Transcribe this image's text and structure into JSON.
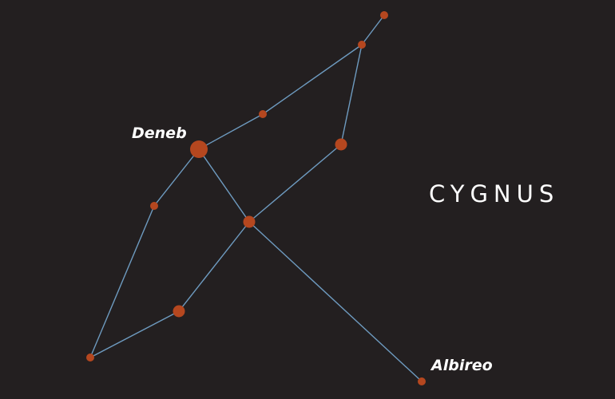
{
  "constellation": {
    "name": "CYGNUS"
  },
  "colors": {
    "background": "#231f20",
    "line": "#6e9bc0",
    "star": "#b5471f",
    "label": "#ffffff"
  },
  "stars": [
    {
      "id": "s1",
      "label": "",
      "size": "small"
    },
    {
      "id": "s2",
      "label": "",
      "size": "small"
    },
    {
      "id": "s3",
      "label": "",
      "size": "small"
    },
    {
      "id": "deneb",
      "label": "Deneb",
      "size": "large"
    },
    {
      "id": "s5",
      "label": "",
      "size": "medium"
    },
    {
      "id": "s6",
      "label": "",
      "size": "small"
    },
    {
      "id": "sadr",
      "label": "",
      "size": "medium"
    },
    {
      "id": "s8",
      "label": "",
      "size": "medium"
    },
    {
      "id": "s9",
      "label": "",
      "size": "small"
    },
    {
      "id": "albireo",
      "label": "Albireo",
      "size": "small"
    }
  ],
  "connections": [
    [
      "s1",
      "s2"
    ],
    [
      "s2",
      "s3"
    ],
    [
      "s3",
      "deneb"
    ],
    [
      "s2",
      "s5"
    ],
    [
      "s5",
      "sadr"
    ],
    [
      "deneb",
      "sadr"
    ],
    [
      "deneb",
      "s6"
    ],
    [
      "s6",
      "s9"
    ],
    [
      "s9",
      "s8"
    ],
    [
      "s8",
      "sadr"
    ],
    [
      "sadr",
      "albireo"
    ]
  ]
}
